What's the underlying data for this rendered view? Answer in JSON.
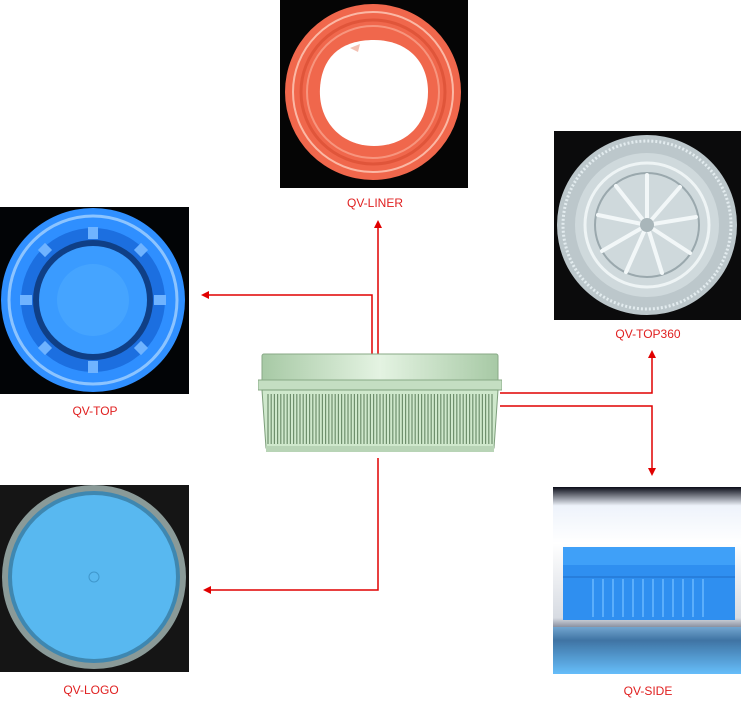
{
  "views": {
    "liner": {
      "label": "QV-LINER"
    },
    "top360": {
      "label": "QV-TOP360"
    },
    "top": {
      "label": "QV-TOP"
    },
    "logo": {
      "label": "QV-LOGO"
    },
    "side": {
      "label": "QV-SIDE"
    }
  },
  "colors": {
    "arrow": "#e00000",
    "label": "#e02020",
    "cap_green": "#cfe8cc",
    "liner_orange": "#f0674c",
    "cap_blue": "#2f8fff",
    "logo_blue": "#58b8f0",
    "top360_gray": "#cfd9dc"
  }
}
